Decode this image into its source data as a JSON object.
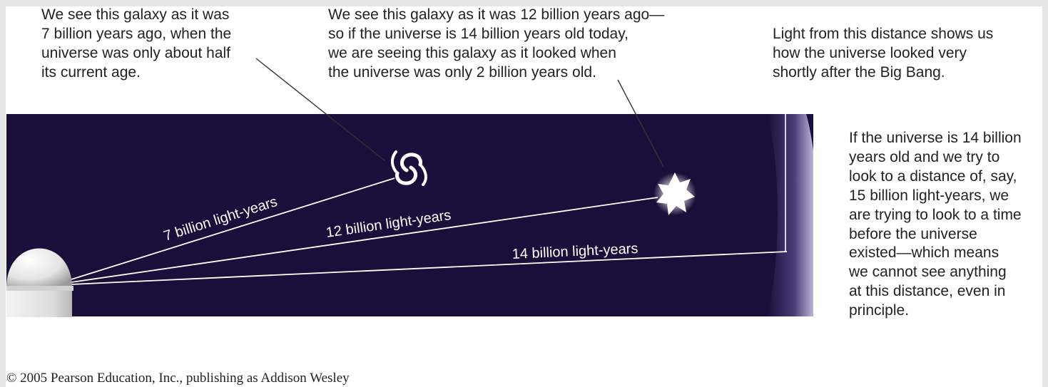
{
  "captions": {
    "galaxy_7": "We see this galaxy as it was\n7 billion years ago, when the\nuniverse was only about half\nits current age.",
    "galaxy_12": "We see this galaxy as it was 12 billion years ago—\nso if the universe is 14 billion years old today,\nwe are seeing this galaxy as it looked when\nthe universe was only 2 billion years old.",
    "big_bang": "Light from this distance shows us\nhow the universe looked very\nshortly after the Big Bang.",
    "beyond": "If the universe is 14 billion\nyears old and we try to\nlook to a distance of, say,\n15 billion light-years, we\nare trying to look to a time\nbefore the universe\nexisted—which means\nwe cannot see anything\nat this distance, even in\nprinciple."
  },
  "distances": {
    "d7": "7 billion light-years",
    "d12": "12 billion light-years",
    "d14": "14 billion light-years"
  },
  "copyright": "© 2005 Pearson Education, Inc., publishing as Addison Wesley",
  "colors": {
    "space": "#1a0f3a",
    "line": "#ffffff",
    "text": "#222222"
  },
  "icons": {
    "telescope": "observatory-dome-icon",
    "galaxy_near": "spiral-galaxy-icon",
    "galaxy_far": "young-galaxy-icon"
  }
}
